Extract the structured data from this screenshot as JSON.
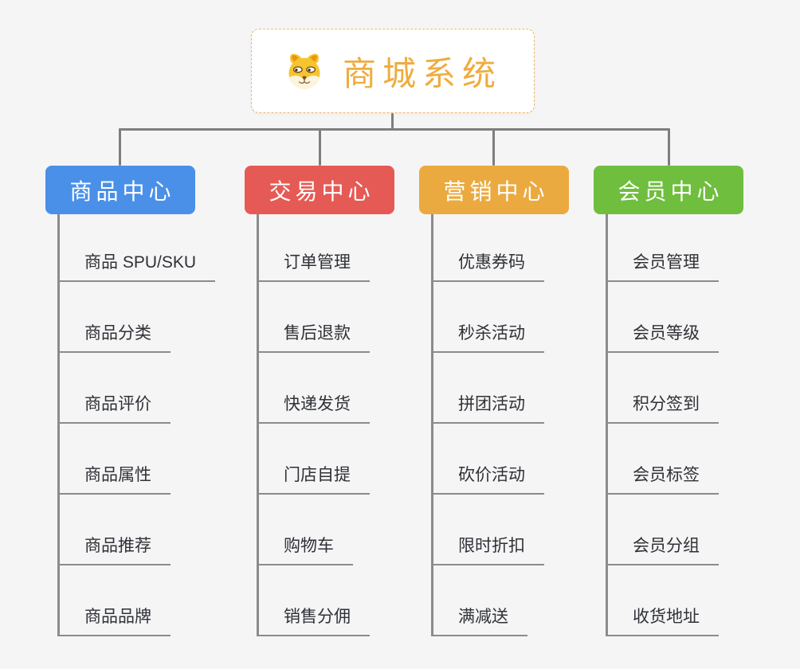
{
  "root": {
    "title": "商城系统",
    "icon": "shiba-dog-icon"
  },
  "branches": [
    {
      "label": "商品中心",
      "color": "#4a90e8",
      "items": [
        "商品 SPU/SKU",
        "商品分类",
        "商品评价",
        "商品属性",
        "商品推荐",
        "商品品牌"
      ]
    },
    {
      "label": "交易中心",
      "color": "#e65a55",
      "items": [
        "订单管理",
        "售后退款",
        "快递发货",
        "门店自提",
        "购物车",
        "销售分佣"
      ]
    },
    {
      "label": "营销中心",
      "color": "#ebaa40",
      "items": [
        "优惠券码",
        "秒杀活动",
        "拼团活动",
        "砍价活动",
        "限时折扣",
        "满减送"
      ]
    },
    {
      "label": "会员中心",
      "color": "#6fbe3e",
      "items": [
        "会员管理",
        "会员等级",
        "积分签到",
        "会员标签",
        "会员分组",
        "收货地址"
      ]
    }
  ],
  "colors": {
    "background": "#f5f5f6",
    "connector": "#7e7e7e",
    "leaf_line": "#8b8b8b",
    "leaf_text": "#2f3136",
    "root_border": "#f0b76a",
    "root_title": "#efac3e",
    "branch_text": "#ffffff"
  }
}
